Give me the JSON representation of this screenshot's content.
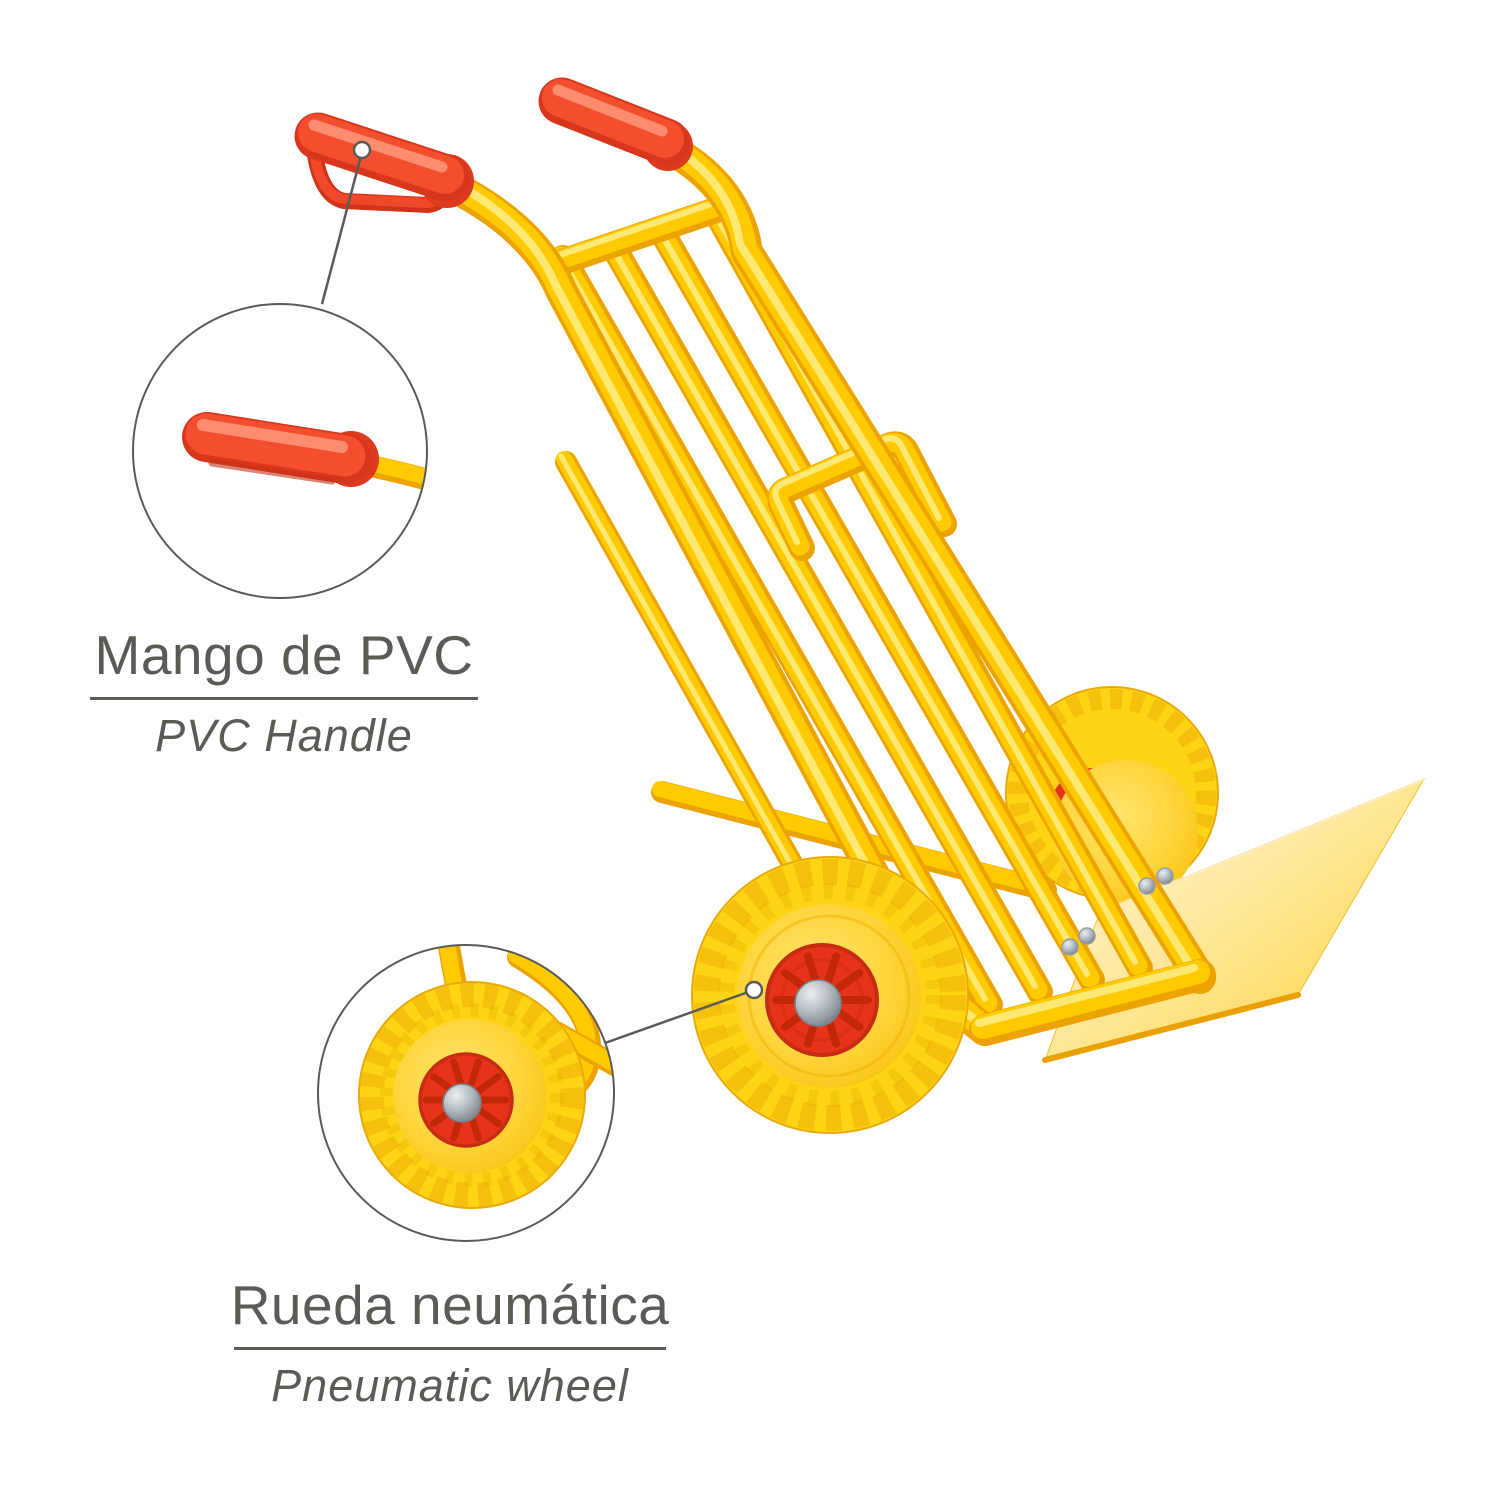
{
  "scene": {
    "description": "Yellow hand truck (sack cart) with red PVC grips, pneumatic wheels and fold-out toe plate on white background, shown with two magnifier callout circles",
    "background": "#FFFFFF"
  },
  "callouts": {
    "handle": {
      "title": "Mango de PVC",
      "subtitle": "PVC Handle"
    },
    "wheel": {
      "title": "Rueda neumática",
      "subtitle": "Pneumatic wheel"
    }
  },
  "colors": {
    "background": "#FFFFFF",
    "frame_yellow": "#FFCB00",
    "frame_yellow_highlight": "#FFEF8A",
    "frame_yellow_shadow": "#ECA300",
    "wheel_yellow": "#FFD415",
    "handle_red": "#F34E2E",
    "hub_red": "#E7331C",
    "metal_silver": "#9AA3AB",
    "annotation_gray": "#5B5B56"
  },
  "icons": {
    "handle_marker": "dot-marker-icon",
    "wheel_marker": "dot-marker-icon",
    "handle_magnifier": "magnifier-circle",
    "wheel_magnifier": "magnifier-circle"
  }
}
